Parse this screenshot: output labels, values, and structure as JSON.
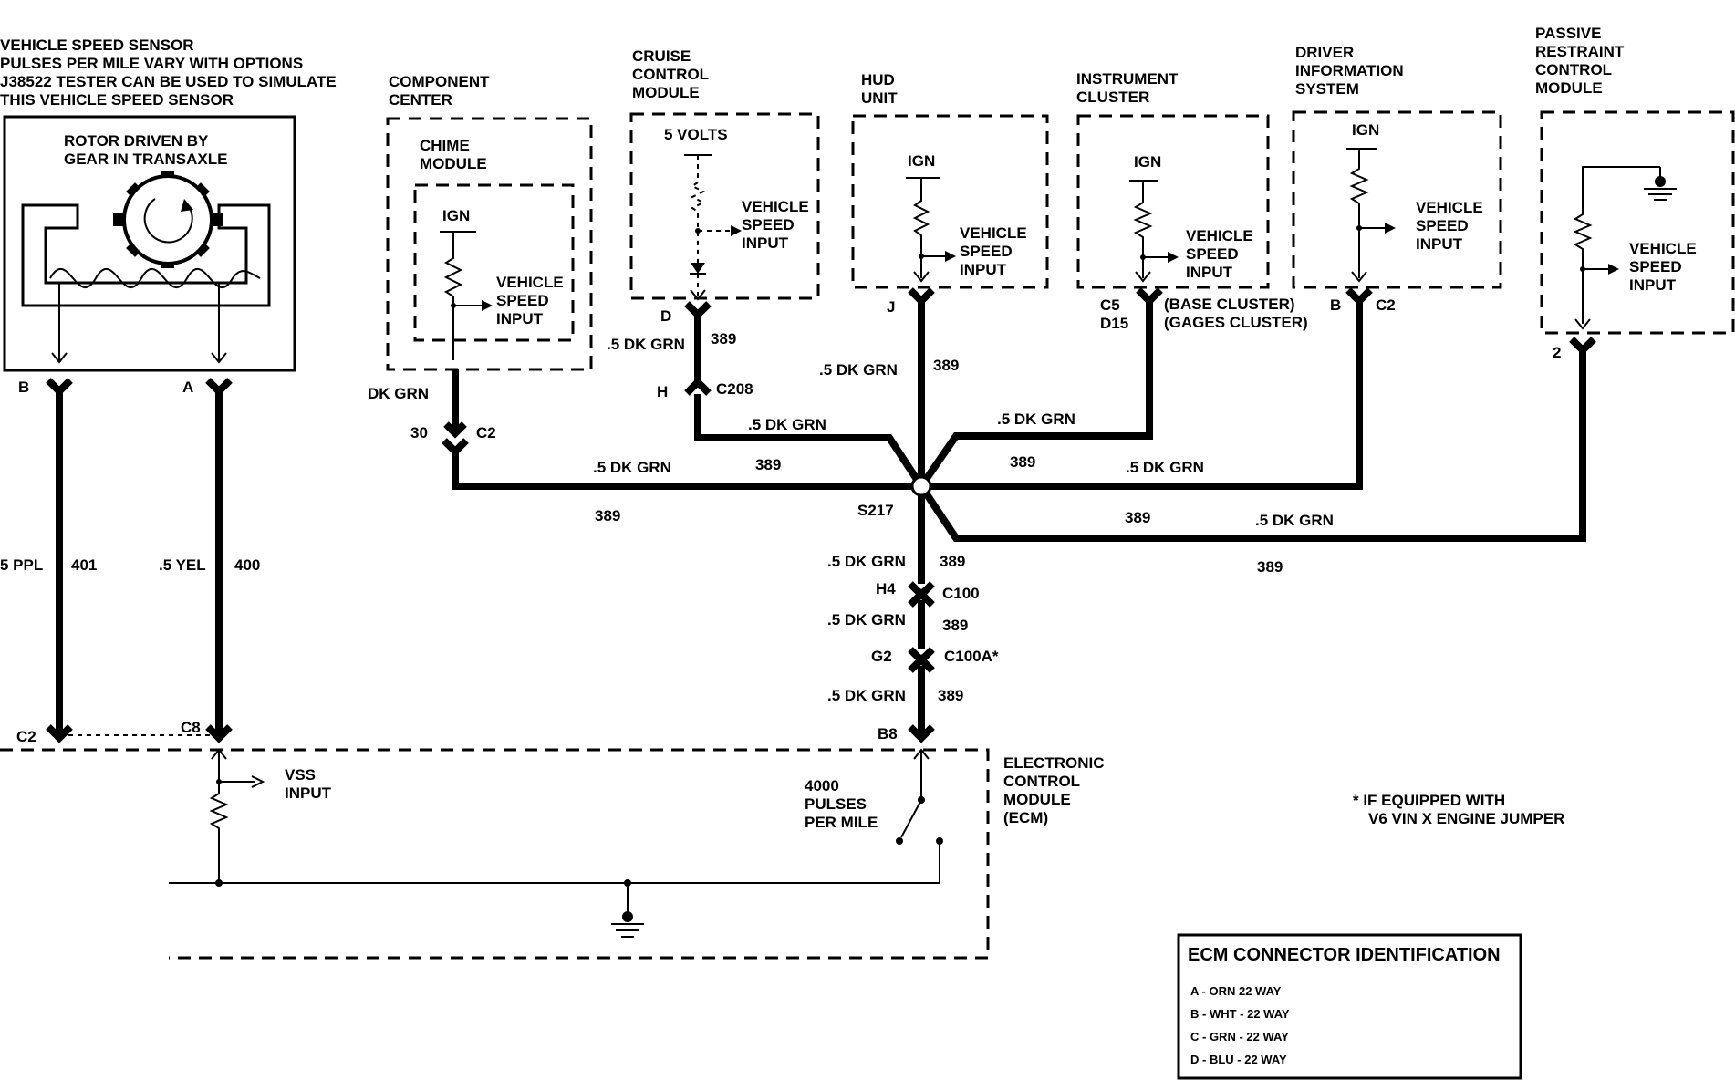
{
  "sensor": {
    "note_lines": [
      "VEHICLE SPEED SENSOR",
      "PULSES PER MILE VARY WITH OPTIONS",
      "J38522 TESTER CAN BE USED TO SIMULATE",
      "THIS VEHICLE SPEED SENSOR"
    ],
    "rotor_lines": [
      "ROTOR DRIVEN BY",
      "GEAR IN TRANSAXLE"
    ],
    "pin_b": "B",
    "pin_a": "A",
    "wire_b_color": "5 PPL",
    "wire_b_circuit": "401",
    "wire_a_color": ".5 YEL",
    "wire_a_circuit": "400",
    "conn_c2": "C2",
    "conn_c8": "C8"
  },
  "component_center": {
    "title_lines": [
      "COMPONENT",
      "CENTER"
    ],
    "chime_lines": [
      "CHIME",
      "MODULE"
    ],
    "ign": "IGN",
    "input_lines": [
      "VEHICLE",
      "SPEED",
      "INPUT"
    ],
    "wire_color": "DK GRN",
    "pin": "30",
    "conn": "C2"
  },
  "cruise": {
    "title_lines": [
      "CRUISE",
      "CONTROL",
      "MODULE"
    ],
    "volts": "5 VOLTS",
    "input_lines": [
      "VEHICLE",
      "SPEED",
      "INPUT"
    ],
    "pin_d": "D",
    "wire_color": ".5 DK GRN",
    "circuit": "389",
    "pin_h": "H",
    "conn": "C208"
  },
  "hud": {
    "title_lines": [
      "HUD",
      "UNIT"
    ],
    "ign": "IGN",
    "input_lines": [
      "VEHICLE",
      "SPEED",
      "INPUT"
    ],
    "pin": "J",
    "wire_color": ".5 DK GRN",
    "circuit": "389"
  },
  "cluster": {
    "title_lines": [
      "INSTRUMENT",
      "CLUSTER"
    ],
    "ign": "IGN",
    "input_lines": [
      "VEHICLE",
      "SPEED",
      "INPUT"
    ],
    "pin_c5": "C5",
    "pin_d15": "D15",
    "base_note": "(BASE CLUSTER)",
    "gages_note": "(GAGES CLUSTER)"
  },
  "dis": {
    "title_lines": [
      "DRIVER",
      "INFORMATION",
      "SYSTEM"
    ],
    "ign": "IGN",
    "input_lines": [
      "VEHICLE",
      "SPEED",
      "INPUT"
    ],
    "pin": "B",
    "conn": "C2"
  },
  "prcm": {
    "title_lines": [
      "PASSIVE",
      "RESTRAINT",
      "CONTROL",
      "MODULE"
    ],
    "input_lines": [
      "VEHICLE",
      "SPEED",
      "INPUT"
    ],
    "pin": "2"
  },
  "splice": {
    "name": "S217",
    "labels": {
      "cruise_color": ".5 DK GRN",
      "cluster_color": ".5 DK GRN",
      "cluster_circuit": "389",
      "left_color": ".5 DK GRN",
      "left_circuit_top": "389",
      "left_circuit_bottom": "389",
      "right_color": ".5 DK GRN",
      "prcm_circuit_top": "389",
      "prcm_color": ".5 DK GRN",
      "prcm_circuit_bottom": "389"
    }
  },
  "trunk": {
    "seg1_color": ".5 DK GRN",
    "seg1_circuit": "389",
    "h4": "H4",
    "c100": "C100",
    "seg2_color": ".5 DK GRN",
    "seg2_circuit": "389",
    "g2": "G2",
    "c100a": "C100A*",
    "seg3_color": ".5 DK GRN",
    "seg3_circuit": "389",
    "b8": "B8"
  },
  "ecm": {
    "title_lines": [
      "ELECTRONIC",
      "CONTROL",
      "MODULE",
      "(ECM)"
    ],
    "vss_lines": [
      "VSS",
      "INPUT"
    ],
    "pulses_lines": [
      "4000",
      "PULSES",
      "PER MILE"
    ]
  },
  "footnote_lines": [
    "*  IF EQUIPPED WITH",
    "V6 VIN X ENGINE JUMPER"
  ],
  "ecm_connectors": {
    "title": "ECM CONNECTOR IDENTIFICATION",
    "rows": [
      "A - ORN   22 WAY",
      "B - WHT - 22 WAY",
      "C - GRN - 22 WAY",
      "D - BLU - 22 WAY"
    ]
  }
}
